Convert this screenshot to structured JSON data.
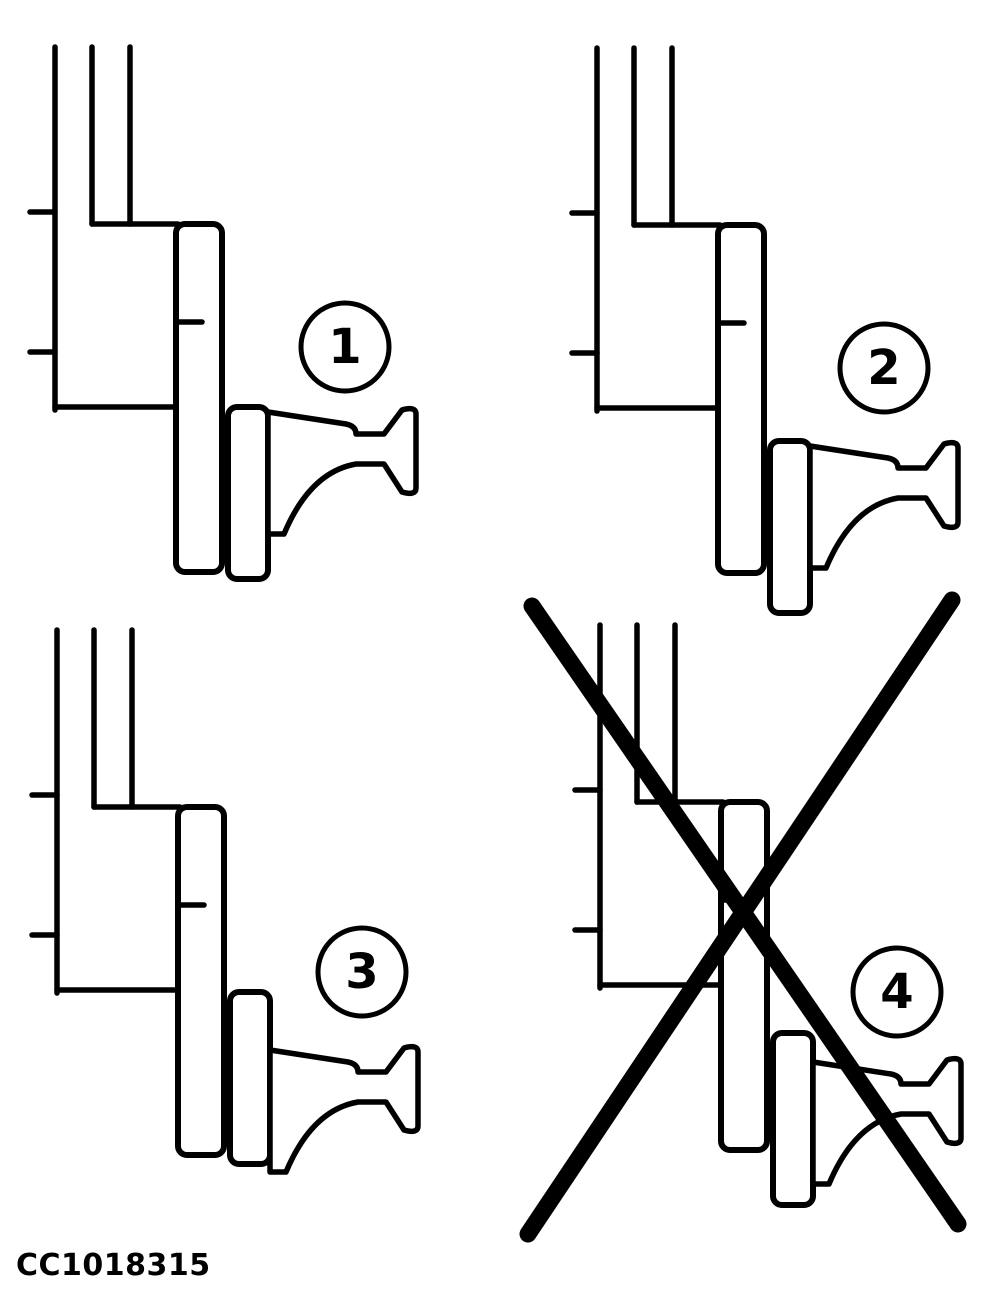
{
  "figure": {
    "caption": "CC1018315",
    "background_color": "#ffffff",
    "line_color": "#000000"
  },
  "panels": [
    {
      "label": "1",
      "crossed_out": false
    },
    {
      "label": "2",
      "crossed_out": false
    },
    {
      "label": "3",
      "crossed_out": false
    },
    {
      "label": "4",
      "crossed_out": true
    }
  ]
}
